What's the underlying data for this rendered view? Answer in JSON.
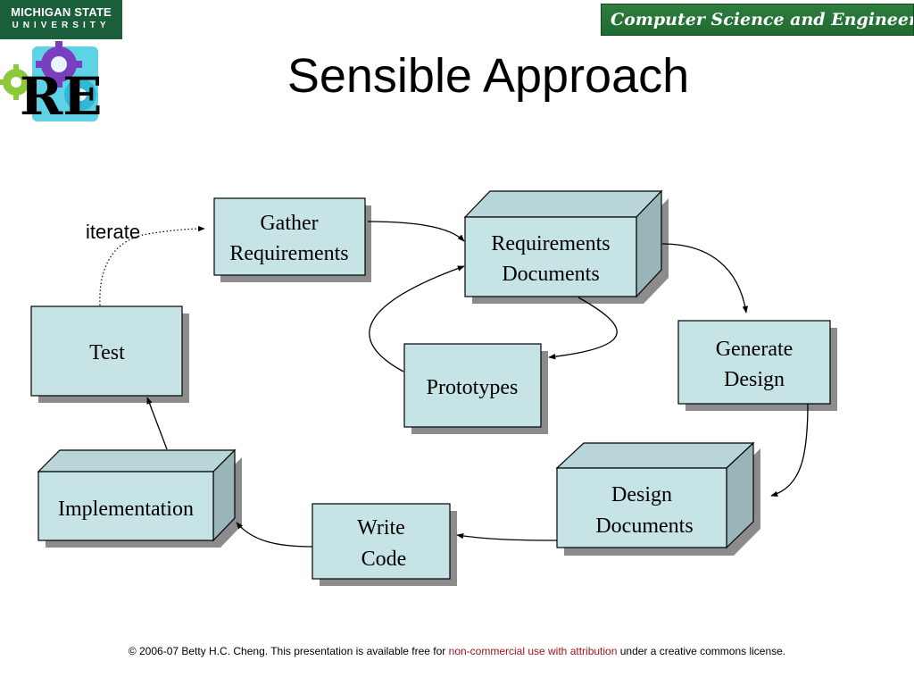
{
  "header": {
    "university_line1": "MICHIGAN STATE",
    "university_line2": "UNIVERSITY",
    "department_banner": "Computer Science and Engineering",
    "logo_letters": "RE"
  },
  "title": "Sensible Approach",
  "diagram": {
    "iterate_label": "iterate",
    "nodes": {
      "gather_requirements": [
        "Gather",
        "Requirements"
      ],
      "requirements_documents": [
        "Requirements",
        "Documents"
      ],
      "prototypes": [
        "Prototypes"
      ],
      "generate_design": [
        "Generate",
        "Design"
      ],
      "design_documents": [
        "Design",
        "Documents"
      ],
      "write_code": [
        "Write",
        "Code"
      ],
      "implementation": [
        "Implementation"
      ],
      "test": [
        "Test"
      ]
    }
  },
  "footer": {
    "prefix": "© 2006-07 Betty H.C. Cheng. This presentation is available free for ",
    "highlight": "non-commercial use with attribution",
    "suffix": " under a creative commons license."
  },
  "colors": {
    "box_fill": "#c6e4e6",
    "box_side": "#9ab5b8",
    "box_top": "#b8d6d9",
    "shadow": "#8c8c8c",
    "msu_green": "#1b5e3a",
    "footer_highlight": "#a0141c"
  }
}
